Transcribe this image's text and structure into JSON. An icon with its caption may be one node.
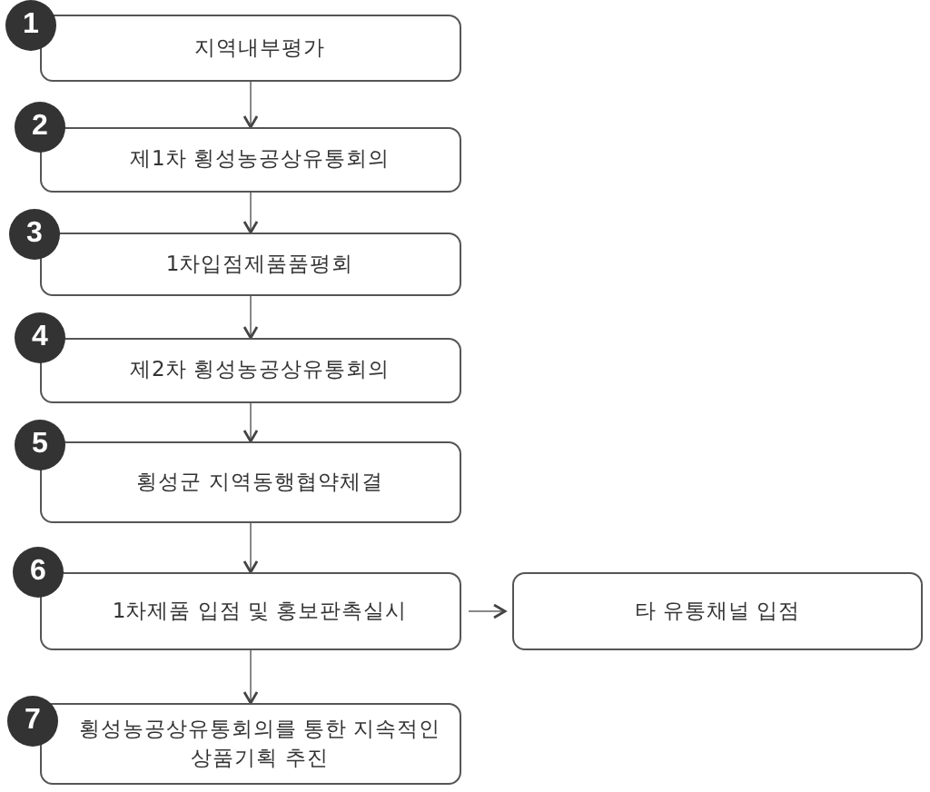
{
  "diagram": {
    "nodes": [
      {
        "text": [
          "1"
        ]
      },
      {
        "text": [
          "지역내부평가"
        ]
      },
      {
        "text": [
          "2"
        ]
      },
      {
        "text": [
          "제1차 횡성농공상유통회의"
        ]
      },
      {
        "text": [
          "3"
        ]
      },
      {
        "text": [
          "1차입점제품품평회"
        ]
      },
      {
        "text": [
          "4"
        ]
      },
      {
        "text": [
          "제2차 횡성농공상유통회의"
        ]
      },
      {
        "text": [
          "5"
        ]
      },
      {
        "text": [
          "횡성군 지역동행협약체결"
        ]
      },
      {
        "text": [
          "6"
        ]
      },
      {
        "text": [
          "1차제품 입점 및 홍보판촉실시"
        ]
      },
      {
        "text": [
          "타 유통채널 입점"
        ]
      },
      {
        "text": [
          "7"
        ]
      },
      {
        "text": [
          "횡성농공상유통회의를 통한 지속적인 상품기획 추진"
        ]
      }
    ],
    "edges": [
      {
        "from": 1,
        "to": 3,
        "arrow": "to"
      },
      {
        "from": 3,
        "to": 5,
        "arrow": "to"
      },
      {
        "from": 5,
        "to": 7,
        "arrow": "to"
      },
      {
        "from": 7,
        "to": 9,
        "arrow": "to"
      },
      {
        "from": 9,
        "to": 11,
        "arrow": "to"
      },
      {
        "from": 11,
        "to": 12,
        "arrow": "to"
      },
      {
        "from": 11,
        "to": 14,
        "arrow": "to"
      }
    ]
  }
}
